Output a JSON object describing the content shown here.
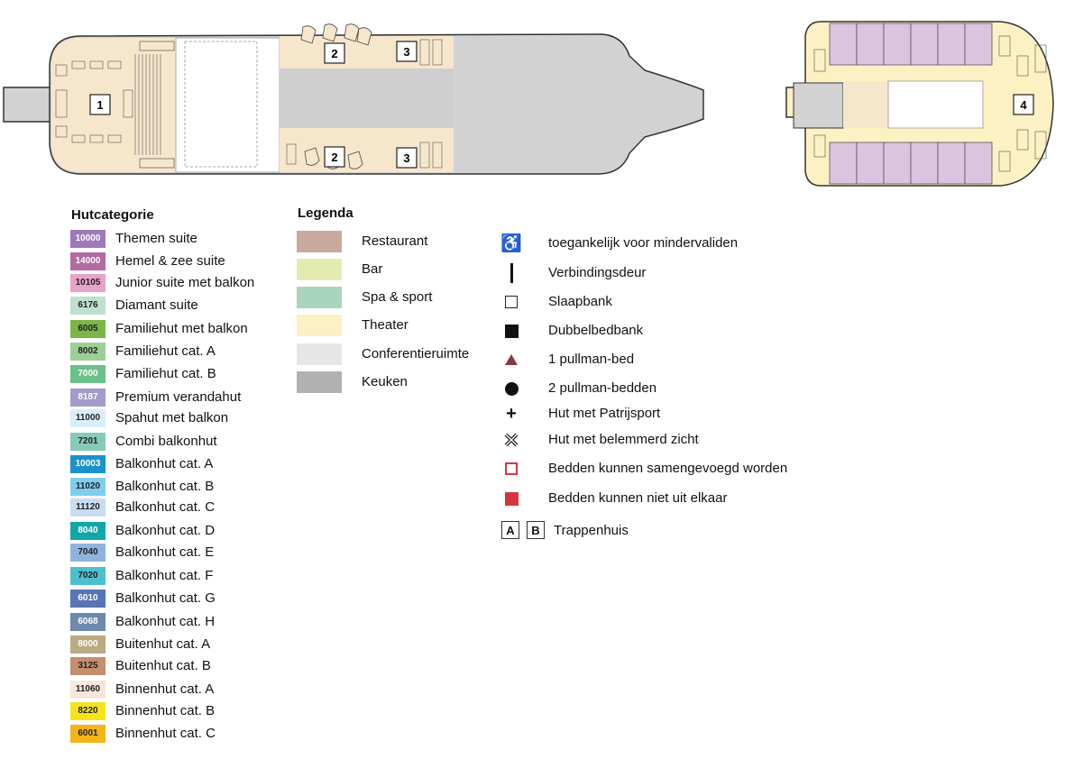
{
  "colors": {
    "hull_outline": "#333333",
    "deck_floor": "#f6e7cc",
    "theater": "#fbf1c2",
    "kitchen": "#cfcfcf",
    "conference": "#e6e6e6",
    "suite_cabin": "#dcc3df"
  },
  "deck_stairs": [
    "1",
    "2",
    "2",
    "3",
    "3",
    "4"
  ],
  "cabin_legend": {
    "title": "Hutcategorie",
    "items": [
      {
        "code": "10000",
        "label": "Themen suite",
        "color": "#9f7ab9",
        "text_color": "#ffffff"
      },
      {
        "code": "14000",
        "label": "Hemel & zee suite",
        "color": "#b26aa2",
        "text_color": "#ffffff"
      },
      {
        "code": "10105",
        "label": "Junior suite met balkon",
        "color": "#e7a2c9",
        "text_color": "#222222"
      },
      {
        "code": "6176",
        "label": "Diamant suite",
        "color": "#bfe0cf",
        "text_color": "#222222"
      },
      {
        "code": "6005",
        "label": "Familiehut met balkon",
        "color": "#7ab648",
        "text_color": "#222222"
      },
      {
        "code": "8002",
        "label": "Familiehut cat. A",
        "color": "#9ccf98",
        "text_color": "#222222"
      },
      {
        "code": "7000",
        "label": "Familiehut cat. B",
        "color": "#6bc18a",
        "text_color": "#ffffff"
      },
      {
        "code": "8187",
        "label": "Premium verandahut",
        "color": "#a49acb",
        "text_color": "#ffffff"
      },
      {
        "code": "11000",
        "label": "Spahut met balkon",
        "color": "#d9eefa",
        "text_color": "#222222"
      },
      {
        "code": "7201",
        "label": "Combi balkonhut",
        "color": "#86cbb7",
        "text_color": "#222222"
      },
      {
        "code": "10003",
        "label": "Balkonhut cat. A",
        "color": "#1b93c9",
        "text_color": "#ffffff"
      },
      {
        "code": "11020",
        "label": "Balkonhut cat. B",
        "color": "#7fcdec",
        "text_color": "#222222"
      },
      {
        "code": "11120",
        "label": "Balkonhut cat. C",
        "color": "#c9dcf2",
        "text_color": "#222222"
      },
      {
        "code": "8040",
        "label": "Balkonhut cat. D",
        "color": "#12a7a6",
        "text_color": "#ffffff"
      },
      {
        "code": "7040",
        "label": "Balkonhut cat. E",
        "color": "#8fb3dd",
        "text_color": "#222222"
      },
      {
        "code": "7020",
        "label": "Balkonhut cat. F",
        "color": "#4fbfcf",
        "text_color": "#222222"
      },
      {
        "code": "6010",
        "label": "Balkonhut cat. G",
        "color": "#5874b3",
        "text_color": "#ffffff"
      },
      {
        "code": "6068",
        "label": "Balkonhut cat. H",
        "color": "#6f88ad",
        "text_color": "#ffffff"
      },
      {
        "code": "8000",
        "label": "Buitenhut cat. A",
        "color": "#bba983",
        "text_color": "#ffffff"
      },
      {
        "code": "3125",
        "label": "Buitenhut cat. B",
        "color": "#c48f6d",
        "text_color": "#222222"
      },
      {
        "code": "11060",
        "label": "Binnenhut cat. A",
        "color": "#f6e8da",
        "text_color": "#222222"
      },
      {
        "code": "8220",
        "label": "Binnenhut cat. B",
        "color": "#f7e31d",
        "text_color": "#222222"
      },
      {
        "code": "6001",
        "label": "Binnenhut cat. C",
        "color": "#f3b419",
        "text_color": "#222222"
      }
    ]
  },
  "area_legend": {
    "title": "Legenda",
    "items": [
      {
        "label": "Restaurant",
        "color": "#c9a89d"
      },
      {
        "label": "Bar",
        "color": "#e4ebb0"
      },
      {
        "label": "Spa & sport",
        "color": "#a9d5be"
      },
      {
        "label": "Theater",
        "color": "#fbf1c2"
      },
      {
        "label": "Conferentieruimte",
        "color": "#e6e6e6"
      },
      {
        "label": "Keuken",
        "color": "#b1b1b3"
      }
    ]
  },
  "symbol_legend": {
    "items": [
      {
        "icon": "wheelchair-icon",
        "label": "toegankelijk voor mindervaliden"
      },
      {
        "icon": "connecting-door-icon",
        "label": "Verbindingsdeur"
      },
      {
        "icon": "sofa-bed-icon",
        "label": "Slaapbank"
      },
      {
        "icon": "double-sofa-bed-icon",
        "label": "Dubbelbedbank"
      },
      {
        "icon": "pullman-bed-icon",
        "label": "1 pullman-bed",
        "color": "#8a3a3f"
      },
      {
        "icon": "two-pullman-beds-icon",
        "label": "2 pullman-bedden"
      },
      {
        "icon": "porthole-icon",
        "label": "Hut met Patrijsport"
      },
      {
        "icon": "obstructed-view-icon",
        "label": "Hut met belemmerd zicht"
      },
      {
        "icon": "beds-combinable-icon",
        "label": "Bedden kunnen samengevoegd worden",
        "color": "#d6363f"
      },
      {
        "icon": "beds-not-separable-icon",
        "label": "Bedden kunnen niet uit elkaar",
        "color": "#d6363f"
      }
    ],
    "stairwell": {
      "letters": [
        "A",
        "B"
      ],
      "label": "Trappenhuis"
    }
  }
}
